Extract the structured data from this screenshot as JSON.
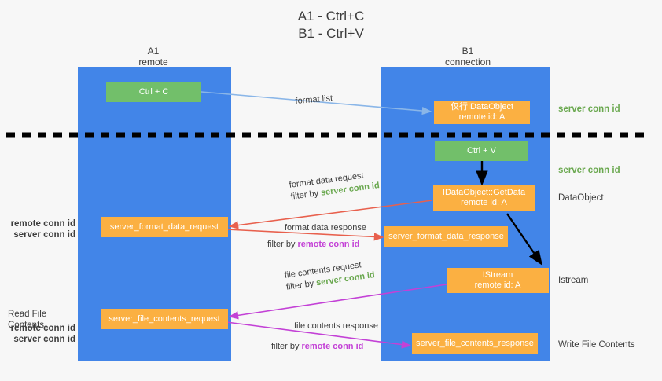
{
  "title": {
    "line1": "A1 - Ctrl+C",
    "line2": "B1 - Ctrl+V"
  },
  "lanes": [
    {
      "id": "a1",
      "name": "A1",
      "sub": "remote"
    },
    {
      "id": "b1",
      "name": "B1",
      "sub": "connection"
    }
  ],
  "nodes": {
    "ctrl_c": {
      "label": "Ctrl + C"
    },
    "ctrl_v": {
      "label": "Ctrl + V"
    },
    "idataobject": {
      "line1": "仅行IDataObject",
      "line2": "remote id: A"
    },
    "getdata": {
      "line1": "IDataObject::GetData",
      "line2": "remote id: A"
    },
    "istream": {
      "line1": "IStream",
      "line2": "remote id: A"
    },
    "server_format_data_request": {
      "label": "server_format_data_request"
    },
    "server_format_data_response": {
      "label": "server_format_data_response"
    },
    "server_file_contents_request": {
      "label": "server_file_contents_request"
    },
    "server_file_contents_response": {
      "label": "server_file_contents_response"
    }
  },
  "edges": {
    "format_list": {
      "label": "format list"
    },
    "format_data_request": {
      "label": "format data request",
      "filter_prefix": "filter by ",
      "filter_value": "server conn id"
    },
    "format_data_response": {
      "label": "format data response",
      "filter_prefix": "filter by ",
      "filter_value": "remote conn id"
    },
    "file_contents_request": {
      "label": "file contents request",
      "filter_prefix": "filter by ",
      "filter_value": "server conn id"
    },
    "file_contents_response": {
      "label": "file contents response",
      "filter_prefix": "filter by ",
      "filter_value": "remote conn id"
    }
  },
  "annotations": {
    "server_conn_id_top": "server conn id",
    "server_conn_id_mid": "server conn id",
    "dataobject": "DataObject",
    "istream": "Istream",
    "write_file_contents": "Write File Contents",
    "read_file_contents": "Read File Contents",
    "left_mid_remote": "remote conn id",
    "left_mid_server": "server conn id",
    "left_low_remote": "remote conn id",
    "left_low_server": "server conn id"
  },
  "colors": {
    "lane": "#4285e8",
    "green_node": "#72bf6a",
    "orange_node": "#fbb042",
    "server_conn": "#6aa84f",
    "remote_conn": "#c341d6",
    "format_list_arrow": "#8ab6e8",
    "format_data_arrow": "#e8604d",
    "file_contents_arrow": "#c341d6",
    "black_arrow": "#000000",
    "divider": "#000000",
    "background": "#f7f7f7"
  }
}
